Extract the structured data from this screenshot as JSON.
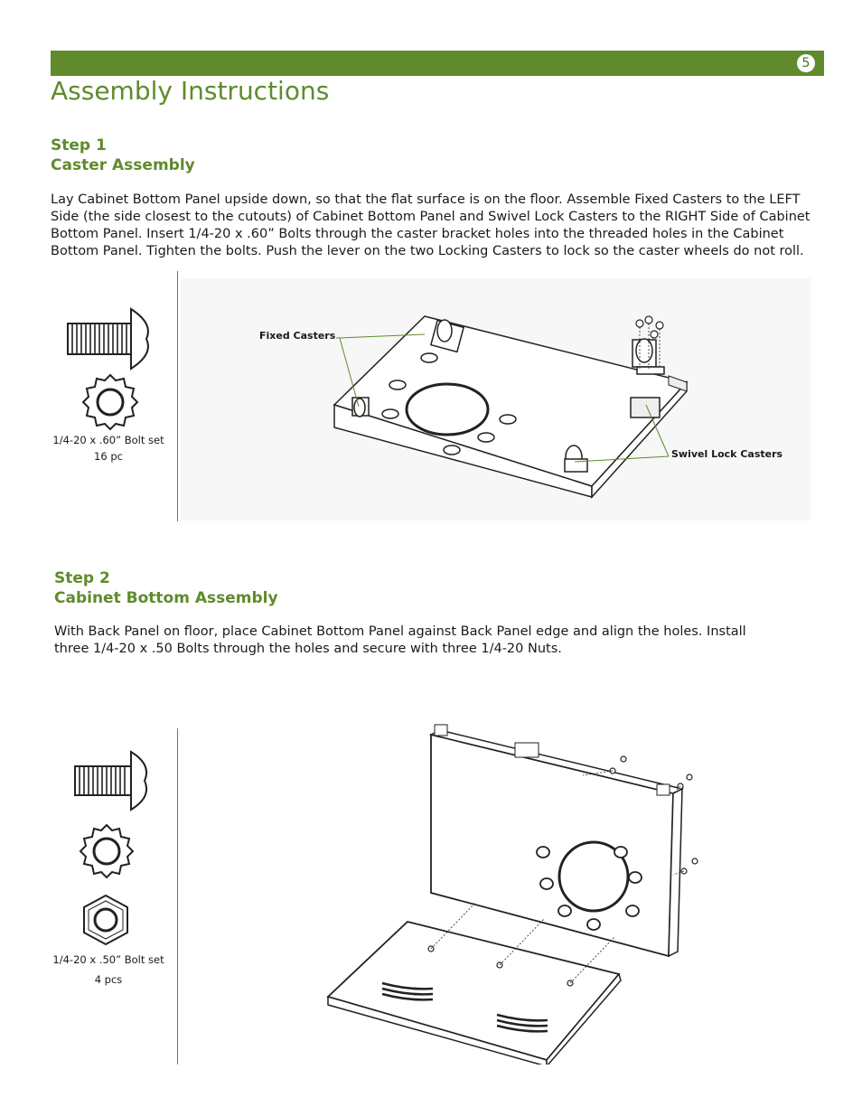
{
  "header": {
    "page_number": "5"
  },
  "title": "Assembly Instructions",
  "step1": {
    "number": "Step 1",
    "name": "Caster Assembly",
    "text": "Lay Cabinet Bottom Panel upside down, so that the flat surface is on the floor. Assemble Fixed Casters to the LEFT Side (the side closest to the cutouts) of Cabinet Bottom Panel and Swivel Lock Casters to the RIGHT Side of Cabinet Bottom Panel. Insert 1/4-20 x .60” Bolts through the caster bracket holes into the threaded holes in the Cabinet Bottom Panel. Tighten the bolts. Push the lever on the two Locking Casters to lock so the caster wheels do not roll.",
    "parts_caption": "1/4-20 x .60” Bolt set",
    "parts_qty": "16 pc",
    "callout_fixed": "Fixed Casters",
    "callout_swivel": "Swivel Lock Casters"
  },
  "step2": {
    "number": "Step 2",
    "name": "Cabinet Bottom Assembly",
    "text": "With Back Panel on floor, place Cabinet Bottom Panel against Back Panel edge and align the holes. Install three 1/4-20 x .50 Bolts through the holes and secure with three 1/4-20 Nuts.",
    "parts_caption": "1/4-20 x .50” Bolt set",
    "parts_qty": "4 pcs"
  },
  "colors": {
    "accent": "#5f8b2c"
  }
}
